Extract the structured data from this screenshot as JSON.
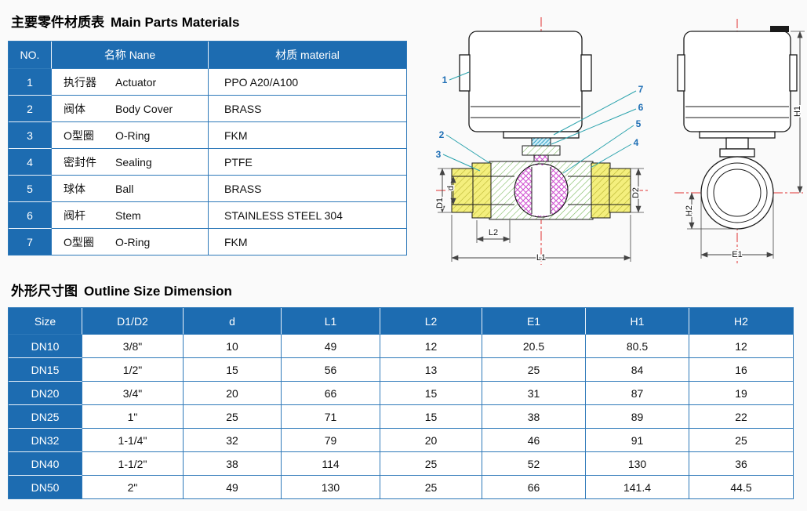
{
  "colors": {
    "table_blue": "#1d6cb1",
    "border_blue": "#2e79b9",
    "centerline_red": "#e03131",
    "callout_blue": "#1f6fb5"
  },
  "materials": {
    "title_zh": "主要零件材质表",
    "title_en": "Main Parts Materials",
    "headers": {
      "no": "NO.",
      "name": "名称 Nane",
      "material": "材质  material"
    },
    "rows": [
      {
        "no": "1",
        "name_zh": "执行器",
        "name_en": "Actuator",
        "material": "PPO A20/A100"
      },
      {
        "no": "2",
        "name_zh": "阀体",
        "name_en": "Body Cover",
        "material": "BRASS"
      },
      {
        "no": "3",
        "name_zh": "O型圈",
        "name_en": "O-Ring",
        "material": "FKM"
      },
      {
        "no": "4",
        "name_zh": "密封件",
        "name_en": "Sealing",
        "material": "PTFE"
      },
      {
        "no": "5",
        "name_zh": "球体",
        "name_en": "Ball",
        "material": "BRASS"
      },
      {
        "no": "6",
        "name_zh": "阀杆",
        "name_en": "Stem",
        "material": "STAINLESS STEEL 304"
      },
      {
        "no": "7",
        "name_zh": "O型圈",
        "name_en": "O-Ring",
        "material": "FKM"
      }
    ]
  },
  "outline": {
    "title_zh": "外形尺寸图",
    "title_en": "Outline Size Dimension",
    "headers": [
      "Size",
      "D1/D2",
      "d",
      "L1",
      "L2",
      "E1",
      "H1",
      "H2"
    ],
    "rows": [
      {
        "size": "DN10",
        "cells": [
          "3/8\"",
          "10",
          "49",
          "12",
          "20.5",
          "80.5",
          "12"
        ]
      },
      {
        "size": "DN15",
        "cells": [
          "1/2\"",
          "15",
          "56",
          "13",
          "25",
          "84",
          "16"
        ]
      },
      {
        "size": "DN20",
        "cells": [
          "3/4\"",
          "20",
          "66",
          "15",
          "31",
          "87",
          "19"
        ]
      },
      {
        "size": "DN25",
        "cells": [
          "1\"",
          "25",
          "71",
          "15",
          "38",
          "89",
          "22"
        ]
      },
      {
        "size": "DN32",
        "cells": [
          "1-1/4\"",
          "32",
          "79",
          "20",
          "46",
          "91",
          "25"
        ]
      },
      {
        "size": "DN40",
        "cells": [
          "1-1/2\"",
          "38",
          "114",
          "25",
          "52",
          "130",
          "36"
        ]
      },
      {
        "size": "DN50",
        "cells": [
          "2\"",
          "49",
          "130",
          "25",
          "66",
          "141.4",
          "44.5"
        ]
      }
    ]
  },
  "drawing": {
    "callouts": [
      "1",
      "2",
      "3",
      "4",
      "5",
      "6",
      "7"
    ],
    "dims": {
      "D1": "D1",
      "d": "d",
      "D2": "D2",
      "L1": "L1",
      "L2": "L2",
      "E1": "E1",
      "H1": "H1",
      "H2": "H2"
    }
  }
}
